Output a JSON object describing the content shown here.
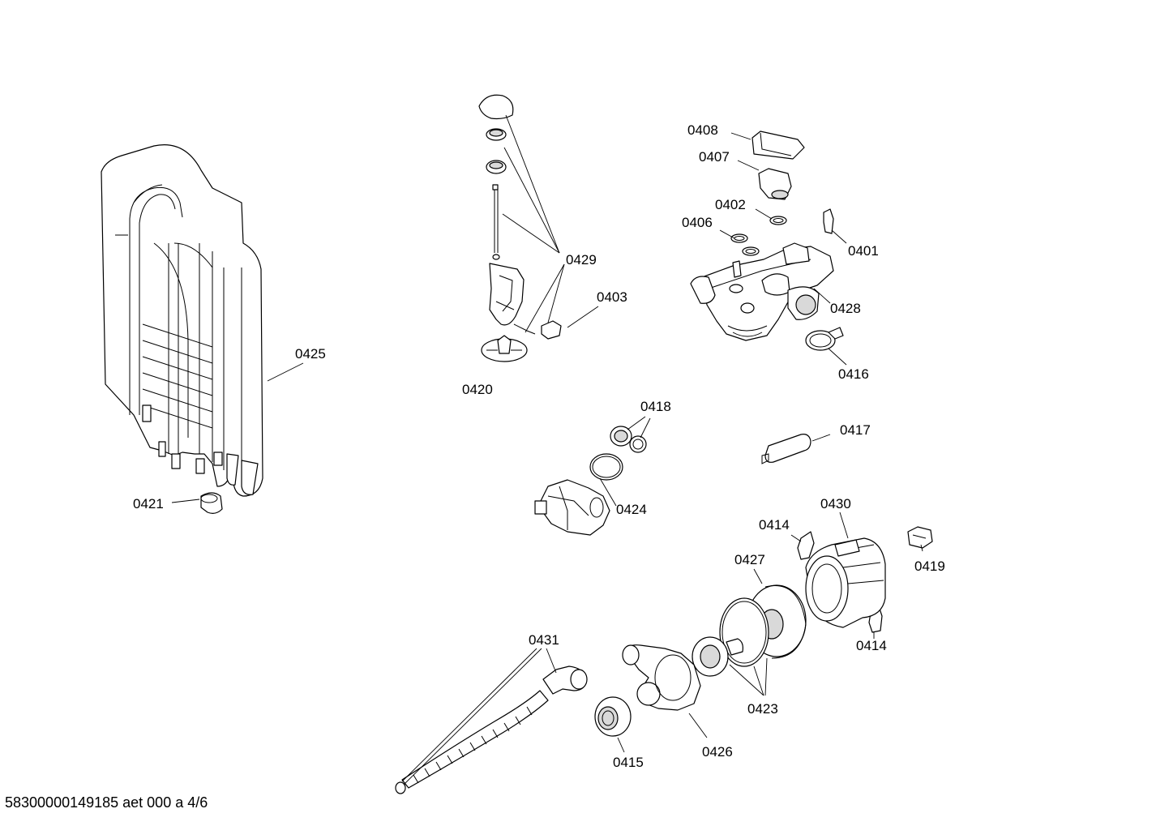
{
  "diagram": {
    "labels": {
      "p0401": "0401",
      "p0402": "0402",
      "p0403": "0403",
      "p0406": "0406",
      "p0407": "0407",
      "p0408": "0408",
      "p0414a": "0414",
      "p0414b": "0414",
      "p0415": "0415",
      "p0416": "0416",
      "p0417": "0417",
      "p0418": "0418",
      "p0419": "0419",
      "p0420": "0420",
      "p0421": "0421",
      "p0423": "0423",
      "p0424": "0424",
      "p0425": "0425",
      "p0426": "0426",
      "p0427": "0427",
      "p0428": "0428",
      "p0429": "0429",
      "p0430": "0430",
      "p0431": "0431"
    },
    "footer": "58300000149185 aet 000 a 4/6"
  }
}
